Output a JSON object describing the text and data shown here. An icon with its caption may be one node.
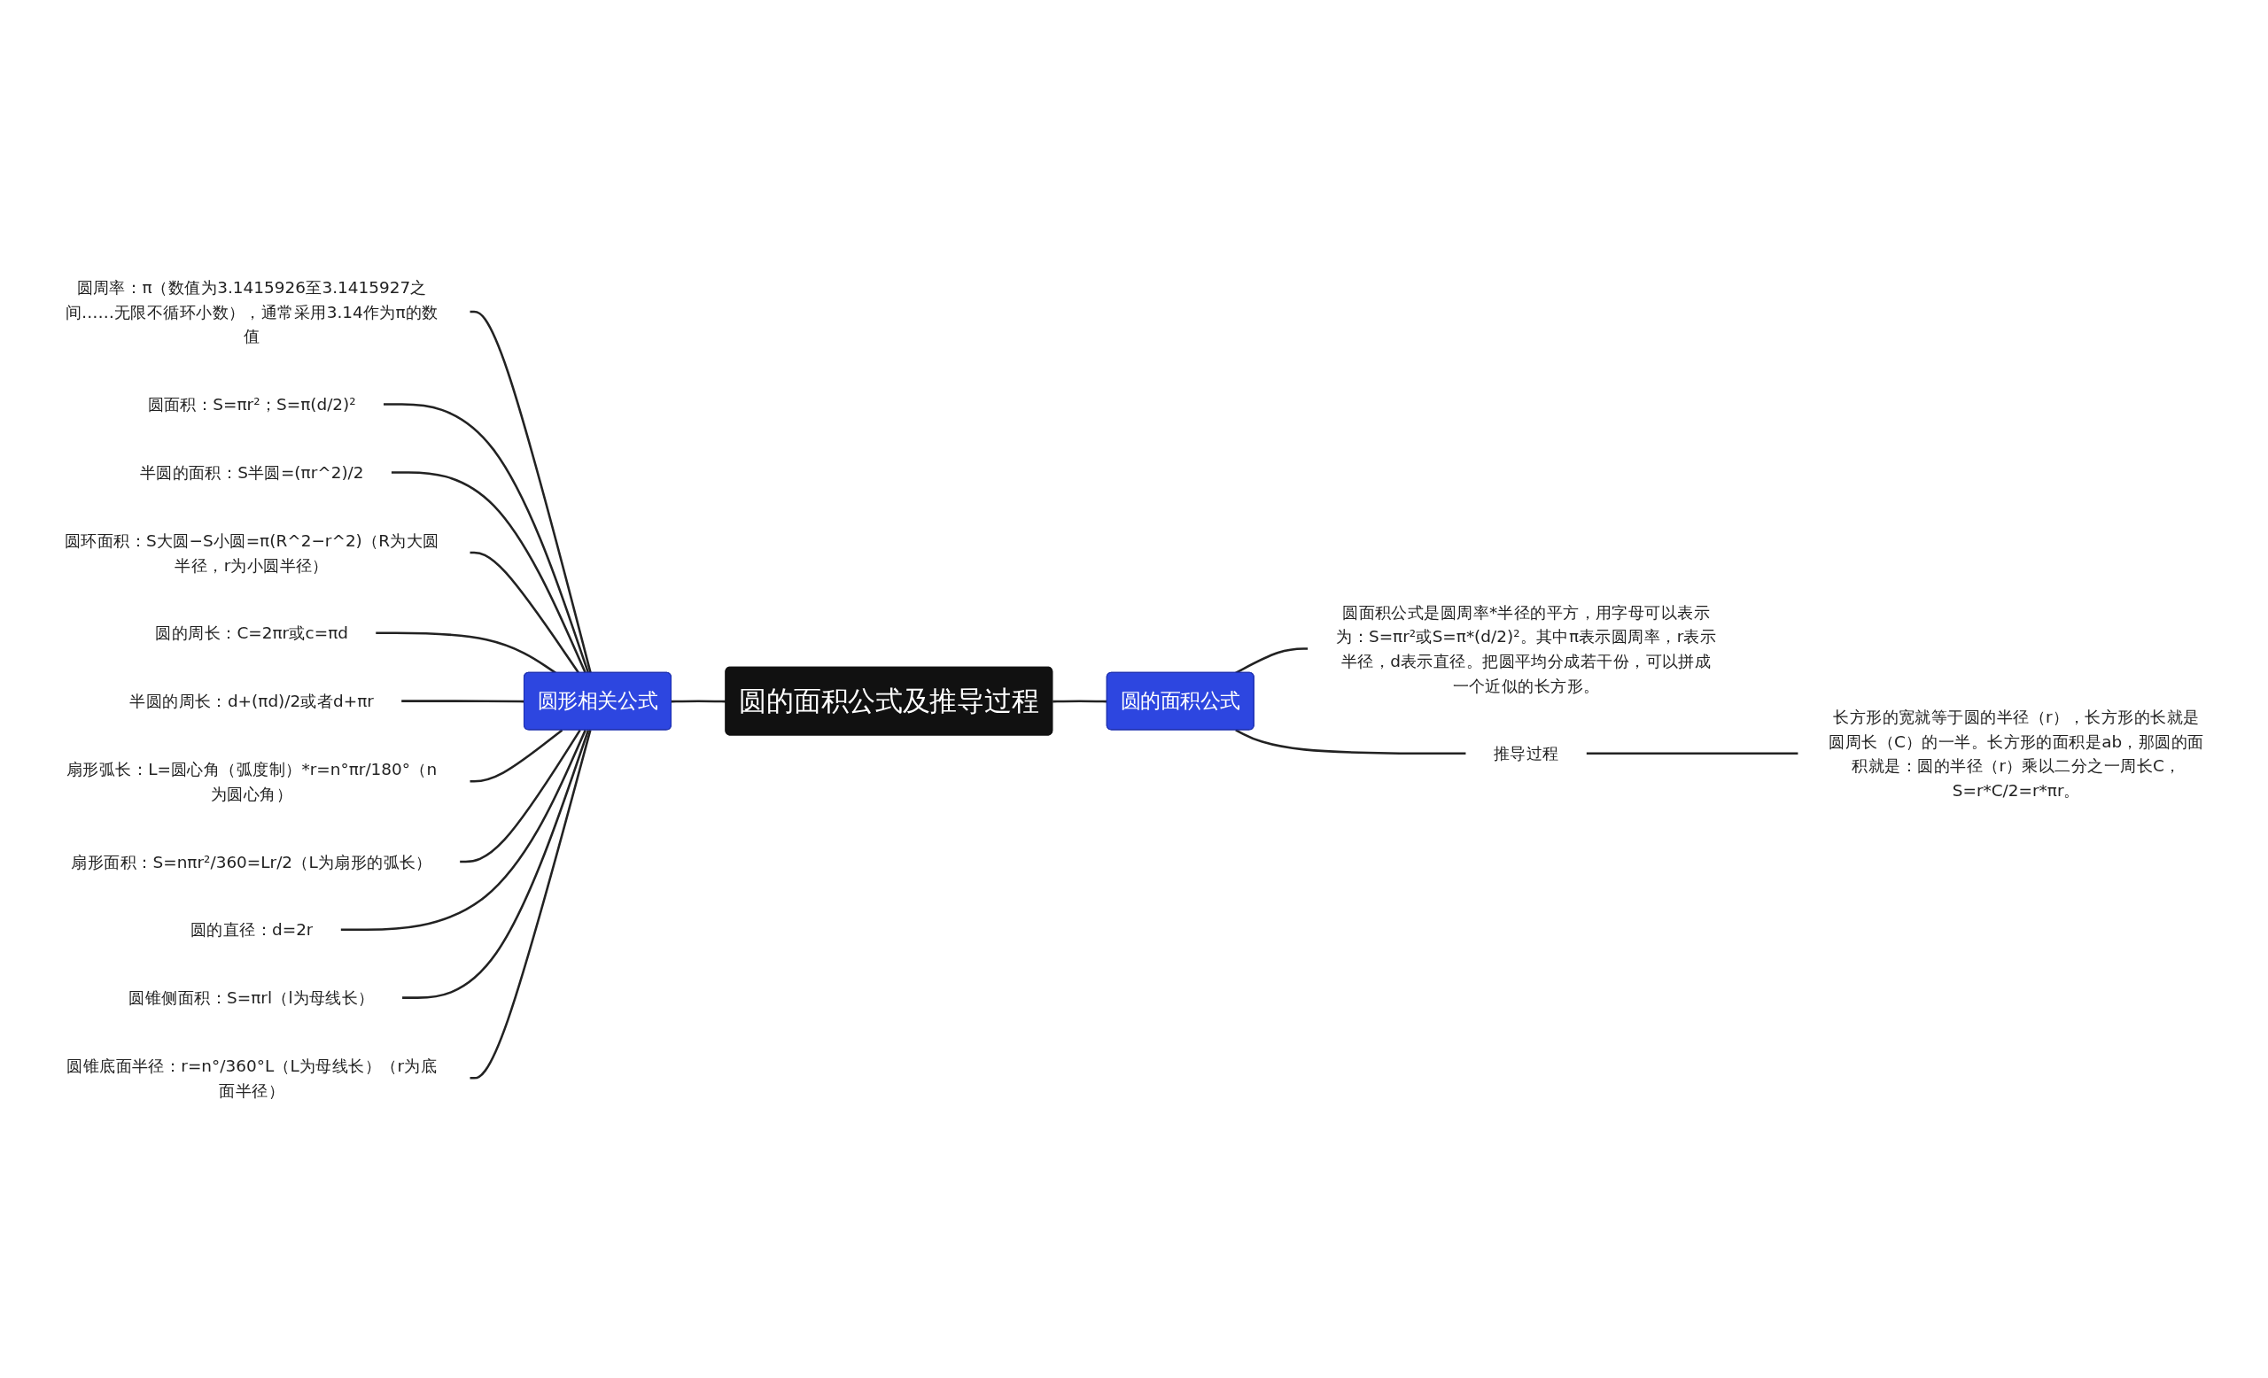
{
  "diagram": {
    "nodes": [
      {
        "text": [
          "圆的面积公式及推导过程"
        ]
      },
      {
        "text": [
          "圆形相关公式"
        ]
      },
      {
        "text": [
          "圆周率：π（数值为3.1415926至3.1415927之间……无限不循环小数），通常采用3.14作为π的数值"
        ]
      },
      {
        "text": [
          "圆面积：S=πr²；S=π(d/2)²"
        ]
      },
      {
        "text": [
          "半圆的面积：S半圆=(πr^2)/2"
        ]
      },
      {
        "text": [
          "圆环面积：S大圆−S小圆=π(R^2−r^2)（R为大圆半径，r为小圆半径）"
        ]
      },
      {
        "text": [
          "圆的周长：C=2πr或c=πd"
        ]
      },
      {
        "text": [
          "半圆的周长：d+(πd)/2或者d+πr"
        ]
      },
      {
        "text": [
          "扇形弧长：L=圆心角（弧度制）*r=n°πr/180°（n为圆心角）"
        ]
      },
      {
        "text": [
          "扇形面积：S=nπr²/360=Lr/2（L为扇形的弧长）"
        ]
      },
      {
        "text": [
          "圆的直径：d=2r"
        ]
      },
      {
        "text": [
          "圆锥侧面积：S=πrl（l为母线长）"
        ]
      },
      {
        "text": [
          "圆锥底面半径：r=n°/360°L（L为母线长）（r为底面半径）"
        ]
      },
      {
        "text": [
          "圆的面积公式"
        ]
      },
      {
        "text": [
          "圆面积公式是圆周率*半径的平方，用字母可以表示为：S=πr²或S=π*(d/2)²。其中π表示圆周率，r表示半径，d表示直径。把圆平均分成若干份，可以拼成一个近似的长方形。"
        ]
      },
      {
        "text": [
          "推导过程"
        ]
      },
      {
        "text": [
          "长方形的宽就等于圆的半径（r），长方形的长就是圆周长（C）的一半。长方形的面积是ab，那圆的面积就是：圆的半径（r）乘以二分之一周长C，S=r*C/2=r*πr。"
        ]
      }
    ],
    "edges": [
      {
        "from": 2,
        "to": 1,
        "arrow": "none"
      },
      {
        "from": 3,
        "to": 1,
        "arrow": "none"
      },
      {
        "from": 4,
        "to": 1,
        "arrow": "none"
      },
      {
        "from": 5,
        "to": 1,
        "arrow": "none"
      },
      {
        "from": 6,
        "to": 1,
        "arrow": "none"
      },
      {
        "from": 7,
        "to": 1,
        "arrow": "none"
      },
      {
        "from": 8,
        "to": 1,
        "arrow": "none"
      },
      {
        "from": 9,
        "to": 1,
        "arrow": "none"
      },
      {
        "from": 10,
        "to": 1,
        "arrow": "none"
      },
      {
        "from": 11,
        "to": 1,
        "arrow": "none"
      },
      {
        "from": 12,
        "to": 1,
        "arrow": "none"
      },
      {
        "from": 1,
        "to": 0,
        "arrow": "none"
      },
      {
        "from": 0,
        "to": 13,
        "arrow": "none"
      },
      {
        "from": 13,
        "to": 14,
        "arrow": "none"
      },
      {
        "from": 13,
        "to": 15,
        "arrow": "none"
      },
      {
        "from": 15,
        "to": 16,
        "arrow": "none"
      }
    ]
  }
}
